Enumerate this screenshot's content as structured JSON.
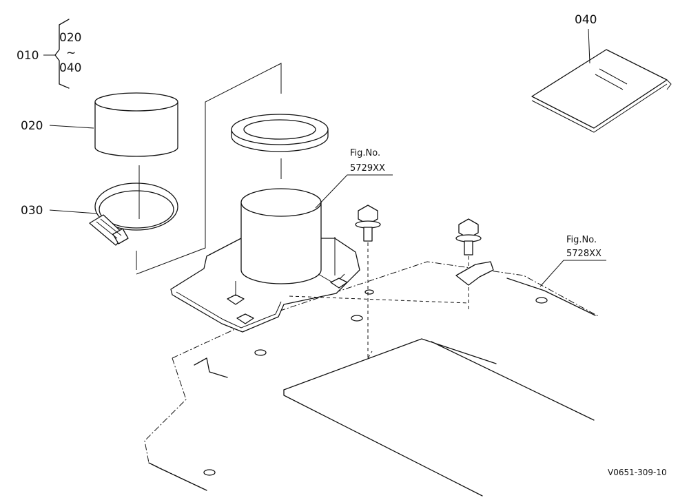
{
  "diagram": {
    "callouts": {
      "set": "010",
      "set_range_start": "020",
      "set_range_sep": "~",
      "set_range_end": "040",
      "cap": "020",
      "clamp": "030",
      "manual": "040"
    },
    "refs": [
      {
        "fig_label": "Fig.No.",
        "fig_code": "5729XX"
      },
      {
        "fig_label": "Fig.No.",
        "fig_code": "5728XX"
      }
    ],
    "drawing_code": "V0651-309-10"
  }
}
